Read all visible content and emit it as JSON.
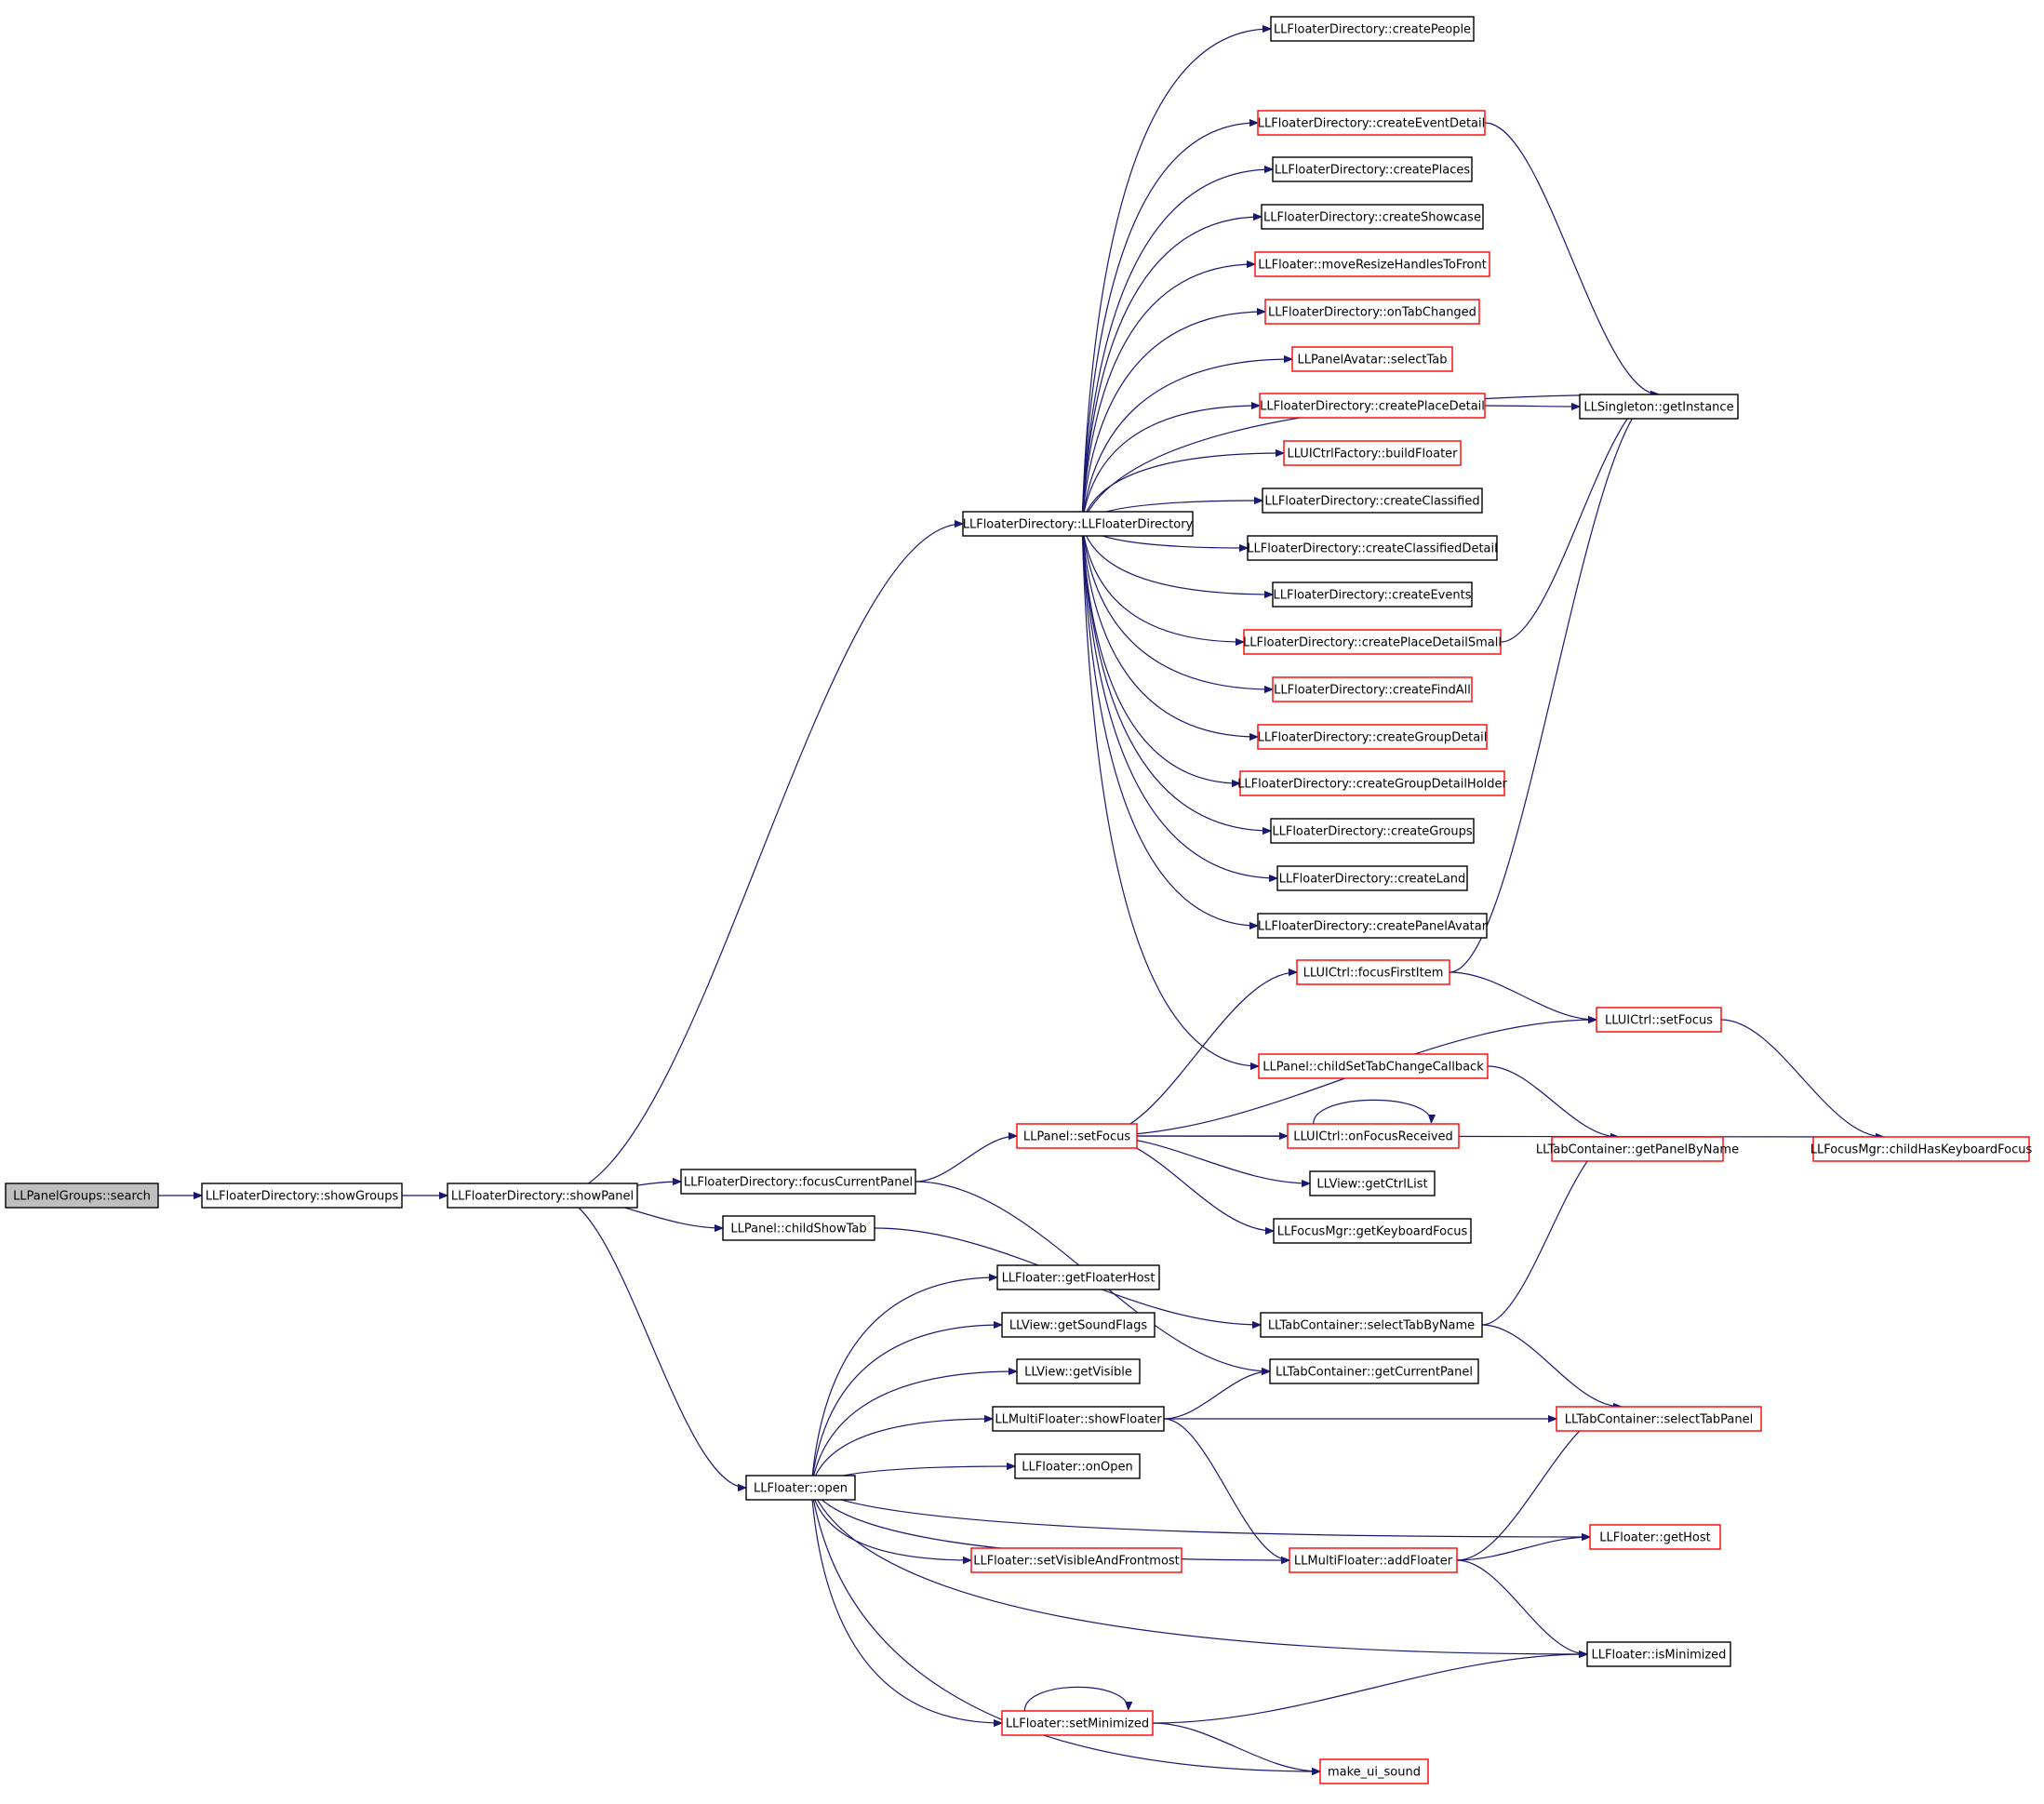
{
  "colors": {
    "edge": "#191970",
    "red_border": "#ff0000",
    "black_border": "#000000",
    "root_fill": "#bfbfbf"
  },
  "nodes": [
    {
      "id": "root",
      "label": "LLPanelGroups::search",
      "style": "root"
    },
    {
      "id": "showGroups",
      "label": "LLFloaterDirectory::showGroups",
      "style": "black"
    },
    {
      "id": "showPanel",
      "label": "LLFloaterDirectory::showPanel",
      "style": "black"
    },
    {
      "id": "ctor",
      "label": "LLFloaterDirectory::LLFloaterDirectory",
      "style": "black"
    },
    {
      "id": "focusCurrentPanel",
      "label": "LLFloaterDirectory::focusCurrentPanel",
      "style": "black"
    },
    {
      "id": "childShowTab",
      "label": "LLPanel::childShowTab",
      "style": "black"
    },
    {
      "id": "open",
      "label": "LLFloater::open",
      "style": "black"
    },
    {
      "id": "createPeople",
      "label": "LLFloaterDirectory::createPeople",
      "style": "black"
    },
    {
      "id": "createEventDetail",
      "label": "LLFloaterDirectory::createEventDetail",
      "style": "red"
    },
    {
      "id": "createPlaces",
      "label": "LLFloaterDirectory::createPlaces",
      "style": "black"
    },
    {
      "id": "createShowcase",
      "label": "LLFloaterDirectory::createShowcase",
      "style": "black"
    },
    {
      "id": "moveResize",
      "label": "LLFloater::moveResizeHandlesToFront",
      "style": "red"
    },
    {
      "id": "onTabChanged",
      "label": "LLFloaterDirectory::onTabChanged",
      "style": "red"
    },
    {
      "id": "selectTab",
      "label": "LLPanelAvatar::selectTab",
      "style": "red"
    },
    {
      "id": "createPlaceDetail",
      "label": "LLFloaterDirectory::createPlaceDetail",
      "style": "red"
    },
    {
      "id": "buildFloater",
      "label": "LLUICtrlFactory::buildFloater",
      "style": "red"
    },
    {
      "id": "createClassified",
      "label": "LLFloaterDirectory::createClassified",
      "style": "black"
    },
    {
      "id": "createClassifiedDetail",
      "label": "LLFloaterDirectory::createClassifiedDetail",
      "style": "black"
    },
    {
      "id": "createEvents",
      "label": "LLFloaterDirectory::createEvents",
      "style": "black"
    },
    {
      "id": "createPlaceDetailSmall",
      "label": "LLFloaterDirectory::createPlaceDetailSmall",
      "style": "red"
    },
    {
      "id": "createFindAll",
      "label": "LLFloaterDirectory::createFindAll",
      "style": "red"
    },
    {
      "id": "createGroupDetail",
      "label": "LLFloaterDirectory::createGroupDetail",
      "style": "red"
    },
    {
      "id": "createGroupDetailHolder",
      "label": "LLFloaterDirectory::createGroupDetailHolder",
      "style": "red"
    },
    {
      "id": "createGroups",
      "label": "LLFloaterDirectory::createGroups",
      "style": "black"
    },
    {
      "id": "createLand",
      "label": "LLFloaterDirectory::createLand",
      "style": "black"
    },
    {
      "id": "createPanelAvatar",
      "label": "LLFloaterDirectory::createPanelAvatar",
      "style": "black"
    },
    {
      "id": "focusFirstItem",
      "label": "LLUICtrl::focusFirstItem",
      "style": "red"
    },
    {
      "id": "childSetTabChangeCallback",
      "label": "LLPanel::childSetTabChangeCallback",
      "style": "red"
    },
    {
      "id": "panelSetFocus",
      "label": "LLPanel::setFocus",
      "style": "red"
    },
    {
      "id": "onFocusReceived",
      "label": "LLUICtrl::onFocusReceived",
      "style": "red"
    },
    {
      "id": "getCtrlList",
      "label": "LLView::getCtrlList",
      "style": "black"
    },
    {
      "id": "getKeyboardFocus",
      "label": "LLFocusMgr::getKeyboardFocus",
      "style": "black"
    },
    {
      "id": "getInstance",
      "label": "LLSingleton::getInstance",
      "style": "black"
    },
    {
      "id": "uictrlSetFocus",
      "label": "LLUICtrl::setFocus",
      "style": "red"
    },
    {
      "id": "getPanelByName",
      "label": "LLTabContainer::getPanelByName",
      "style": "red"
    },
    {
      "id": "childHasKeyboardFocus",
      "label": "LLFocusMgr::childHasKeyboardFocus",
      "style": "red"
    },
    {
      "id": "getFloaterHost",
      "label": "LLFloater::getFloaterHost",
      "style": "black"
    },
    {
      "id": "getSoundFlags",
      "label": "LLView::getSoundFlags",
      "style": "black"
    },
    {
      "id": "getVisible",
      "label": "LLView::getVisible",
      "style": "black"
    },
    {
      "id": "showFloater",
      "label": "LLMultiFloater::showFloater",
      "style": "black"
    },
    {
      "id": "onOpen",
      "label": "LLFloater::onOpen",
      "style": "black"
    },
    {
      "id": "setVisibleAndFrontmost",
      "label": "LLFloater::setVisibleAndFrontmost",
      "style": "red"
    },
    {
      "id": "setMinimized",
      "label": "LLFloater::setMinimized",
      "style": "red"
    },
    {
      "id": "selectTabByName",
      "label": "LLTabContainer::selectTabByName",
      "style": "black"
    },
    {
      "id": "getCurrentPanel",
      "label": "LLTabContainer::getCurrentPanel",
      "style": "black"
    },
    {
      "id": "selectTabPanel",
      "label": "LLTabContainer::selectTabPanel",
      "style": "red"
    },
    {
      "id": "getHost",
      "label": "LLFloater::getHost",
      "style": "red"
    },
    {
      "id": "addFloater",
      "label": "LLMultiFloater::addFloater",
      "style": "red"
    },
    {
      "id": "isMinimized",
      "label": "LLFloater::isMinimized",
      "style": "black"
    },
    {
      "id": "makeUiSound",
      "label": "make_ui_sound",
      "style": "red"
    }
  ],
  "edges": [
    [
      "root",
      "showGroups"
    ],
    [
      "showGroups",
      "showPanel"
    ],
    [
      "showPanel",
      "ctor"
    ],
    [
      "showPanel",
      "focusCurrentPanel"
    ],
    [
      "showPanel",
      "childShowTab"
    ],
    [
      "showPanel",
      "open"
    ],
    [
      "ctor",
      "createPeople"
    ],
    [
      "ctor",
      "getInstance"
    ],
    [
      "ctor",
      "createEventDetail"
    ],
    [
      "ctor",
      "createPlaces"
    ],
    [
      "ctor",
      "createShowcase"
    ],
    [
      "ctor",
      "moveResize"
    ],
    [
      "ctor",
      "onTabChanged"
    ],
    [
      "ctor",
      "selectTab"
    ],
    [
      "ctor",
      "createPlaceDetail"
    ],
    [
      "ctor",
      "buildFloater"
    ],
    [
      "ctor",
      "createClassified"
    ],
    [
      "ctor",
      "createClassifiedDetail"
    ],
    [
      "ctor",
      "createEvents"
    ],
    [
      "ctor",
      "createPlaceDetailSmall"
    ],
    [
      "ctor",
      "createFindAll"
    ],
    [
      "ctor",
      "createGroupDetail"
    ],
    [
      "ctor",
      "createGroupDetailHolder"
    ],
    [
      "ctor",
      "createGroups"
    ],
    [
      "ctor",
      "createLand"
    ],
    [
      "ctor",
      "createPanelAvatar"
    ],
    [
      "ctor",
      "childSetTabChangeCallback"
    ],
    [
      "createEventDetail",
      "getInstance"
    ],
    [
      "createPlaceDetail",
      "getInstance"
    ],
    [
      "createPlaceDetailSmall",
      "getInstance"
    ],
    [
      "focusFirstItem",
      "getInstance"
    ],
    [
      "focusFirstItem",
      "uictrlSetFocus"
    ],
    [
      "childSetTabChangeCallback",
      "getPanelByName"
    ],
    [
      "focusCurrentPanel",
      "panelSetFocus"
    ],
    [
      "focusCurrentPanel",
      "getCurrentPanel"
    ],
    [
      "panelSetFocus",
      "focusFirstItem"
    ],
    [
      "panelSetFocus",
      "uictrlSetFocus"
    ],
    [
      "panelSetFocus",
      "onFocusReceived"
    ],
    [
      "panelSetFocus",
      "getCtrlList"
    ],
    [
      "panelSetFocus",
      "getKeyboardFocus"
    ],
    [
      "panelSetFocus",
      "childHasKeyboardFocus"
    ],
    [
      "onFocusReceived",
      "onFocusReceived"
    ],
    [
      "uictrlSetFocus",
      "childHasKeyboardFocus"
    ],
    [
      "childShowTab",
      "selectTabByName"
    ],
    [
      "selectTabByName",
      "getPanelByName"
    ],
    [
      "selectTabByName",
      "selectTabPanel"
    ],
    [
      "open",
      "getFloaterHost"
    ],
    [
      "open",
      "getSoundFlags"
    ],
    [
      "open",
      "getVisible"
    ],
    [
      "open",
      "showFloater"
    ],
    [
      "open",
      "onOpen"
    ],
    [
      "open",
      "getHost"
    ],
    [
      "open",
      "setVisibleAndFrontmost"
    ],
    [
      "open",
      "addFloater"
    ],
    [
      "open",
      "isMinimized"
    ],
    [
      "open",
      "setMinimized"
    ],
    [
      "open",
      "makeUiSound"
    ],
    [
      "showFloater",
      "getCurrentPanel"
    ],
    [
      "showFloater",
      "selectTabPanel"
    ],
    [
      "showFloater",
      "addFloater"
    ],
    [
      "addFloater",
      "selectTabPanel"
    ],
    [
      "addFloater",
      "getHost"
    ],
    [
      "addFloater",
      "isMinimized"
    ],
    [
      "setMinimized",
      "setMinimized"
    ],
    [
      "setMinimized",
      "isMinimized"
    ],
    [
      "setMinimized",
      "makeUiSound"
    ]
  ]
}
